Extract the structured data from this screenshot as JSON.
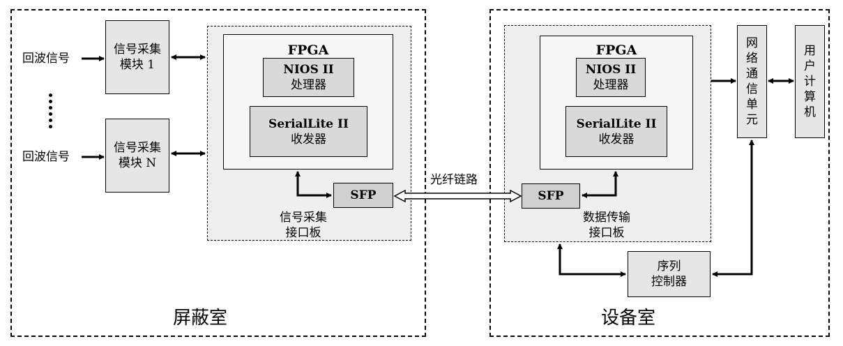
{
  "rooms": {
    "shield_room": "屏蔽室",
    "equipment_room": "设备室"
  },
  "inputs": {
    "echo_signal_1": "回波信号",
    "echo_signal_n": "回波信号"
  },
  "modules": {
    "acq_module_1": [
      "信号采集",
      "模块 1"
    ],
    "acq_module_n": [
      "信号采集",
      "模块 N"
    ]
  },
  "left_board": {
    "fpga": "FPGA",
    "nios": "NIOS II",
    "nios_sub": "处理器",
    "serial": "SerialLite II",
    "serial_sub": "收发器",
    "sfp": "SFP",
    "board_label": [
      "信号采集",
      "接口板"
    ]
  },
  "right_board": {
    "fpga": "FPGA",
    "nios": "NIOS II",
    "nios_sub": "处理器",
    "serial": "SerialLite II",
    "serial_sub": "收发器",
    "sfp": "SFP",
    "board_label": [
      "数据传输",
      "接口板"
    ]
  },
  "fiber_link": "光纤链路",
  "network_unit": [
    "网",
    "络",
    "通",
    "信",
    "单",
    "元"
  ],
  "user_computer": [
    "用",
    "户",
    "计",
    "算",
    "机"
  ],
  "sequence_controller": [
    "序列",
    "控制器"
  ]
}
